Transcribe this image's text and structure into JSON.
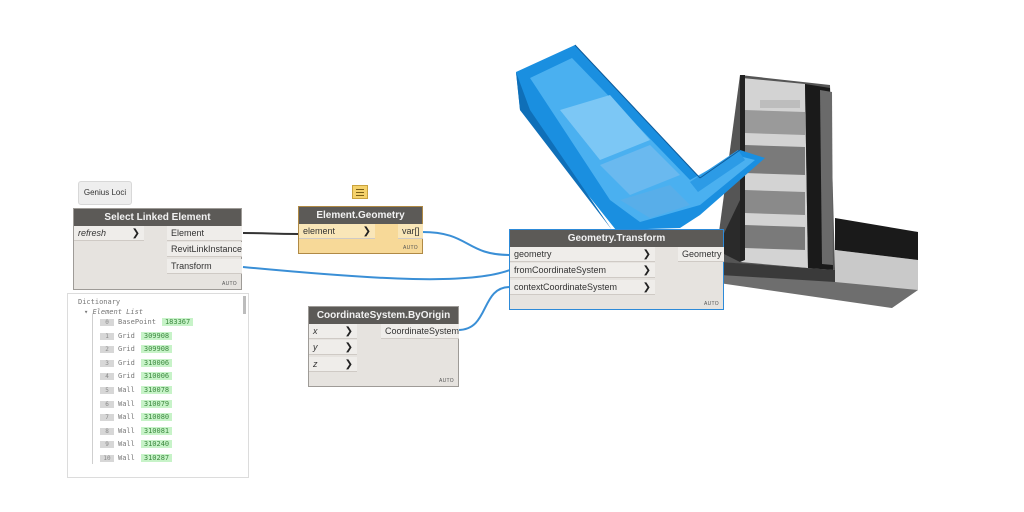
{
  "group": {
    "tag": "Genius Loci"
  },
  "nodes": {
    "select_linked": {
      "title": "Select Linked Element",
      "inputs": [
        "refresh"
      ],
      "outputs": [
        "Element",
        "RevitLinkInstance",
        "Transform"
      ],
      "lacing": "AUTO"
    },
    "element_geometry": {
      "title": "Element.Geometry",
      "inputs": [
        "element"
      ],
      "outputs": [
        "var[]"
      ],
      "lacing": "AUTO"
    },
    "cs_origin": {
      "title": "CoordinateSystem.ByOrigin",
      "inputs": [
        "x",
        "y",
        "z"
      ],
      "outputs": [
        "CoordinateSystem"
      ],
      "lacing": "AUTO"
    },
    "geometry_transform": {
      "title": "Geometry.Transform",
      "inputs": [
        "geometry",
        "fromCoordinateSystem",
        "contextCoordinateSystem"
      ],
      "outputs": [
        "Geometry"
      ],
      "lacing": "AUTO"
    }
  },
  "watch": {
    "title": "Dictionary",
    "subtitle": "Element List",
    "rows": [
      {
        "index": "0",
        "label": "BasePoint",
        "value": "183367"
      },
      {
        "index": "1",
        "label": "Grid",
        "value": "309908"
      },
      {
        "index": "2",
        "label": "Grid",
        "value": "309908"
      },
      {
        "index": "3",
        "label": "Grid",
        "value": "310006"
      },
      {
        "index": "4",
        "label": "Grid",
        "value": "310006"
      },
      {
        "index": "5",
        "label": "Wall",
        "value": "310078"
      },
      {
        "index": "6",
        "label": "Wall",
        "value": "310079"
      },
      {
        "index": "7",
        "label": "Wall",
        "value": "310080"
      },
      {
        "index": "8",
        "label": "Wall",
        "value": "310081"
      },
      {
        "index": "9",
        "label": "Wall",
        "value": "310240"
      },
      {
        "index": "10",
        "label": "Wall",
        "value": "310287"
      }
    ]
  },
  "colors": {
    "wire": "#3a8fd6",
    "wire_dark": "#333333",
    "preview_blue": "#1a8fe0",
    "preview_grey": "#8c8c8c"
  }
}
